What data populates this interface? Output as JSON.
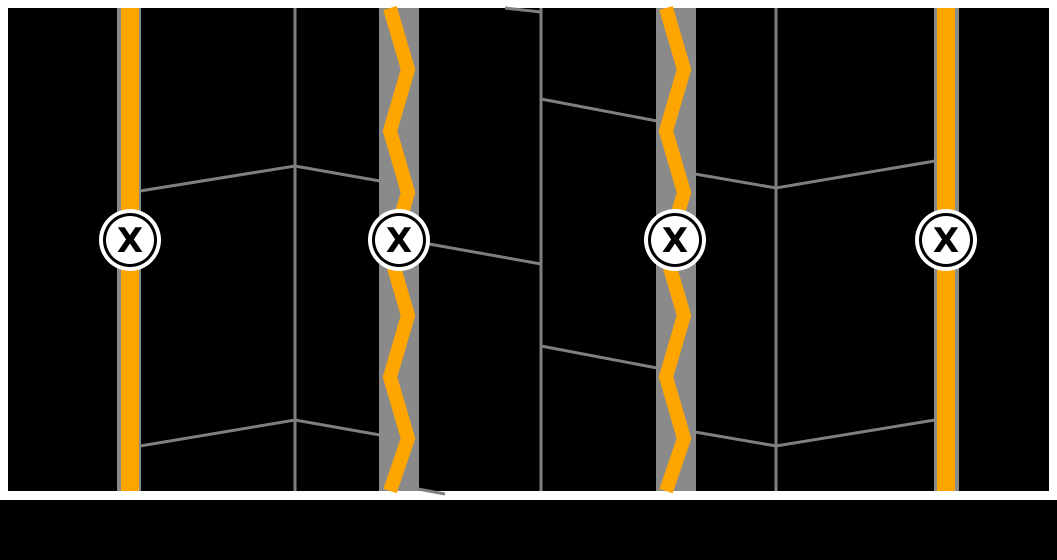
{
  "colors": {
    "background": "#000000",
    "frame": "#ffffff",
    "groove_line": "#7f7f7f",
    "groove_band": "#8a8a8a",
    "wear_stripe": "#ffa500",
    "marker_fill": "#ffffff",
    "marker_ring": "#000000"
  },
  "markers": [
    {
      "id": "groove-1",
      "label": "X"
    },
    {
      "id": "groove-2",
      "label": "X"
    },
    {
      "id": "groove-3",
      "label": "X"
    },
    {
      "id": "groove-4",
      "label": "X"
    }
  ],
  "grooves": [
    {
      "id": "groove-1",
      "style": "straight"
    },
    {
      "id": "groove-2",
      "style": "zigzag"
    },
    {
      "id": "groove-3",
      "style": "zigzag"
    },
    {
      "id": "groove-4",
      "style": "straight"
    }
  ]
}
